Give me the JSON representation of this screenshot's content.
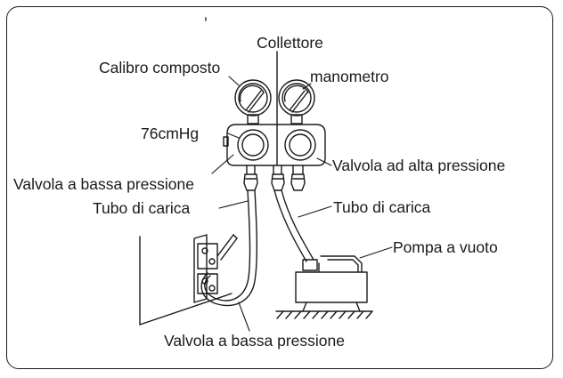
{
  "diagram": {
    "labels": {
      "manifold": "Collettore",
      "compound_gauge": "Calibro composto",
      "pressure_gauge": "manometro",
      "vacuum_reading": "76cmHg",
      "low_pressure_valve_top": "Valvola a bassa pressione",
      "high_pressure_valve": "Valvola ad alta pressione",
      "charge_hose_left": "Tubo di carica",
      "charge_hose_right": "Tubo di carica",
      "vacuum_pump": "Pompa a vuoto",
      "low_pressure_valve_bottom": "Valvola a bassa pressione"
    }
  }
}
